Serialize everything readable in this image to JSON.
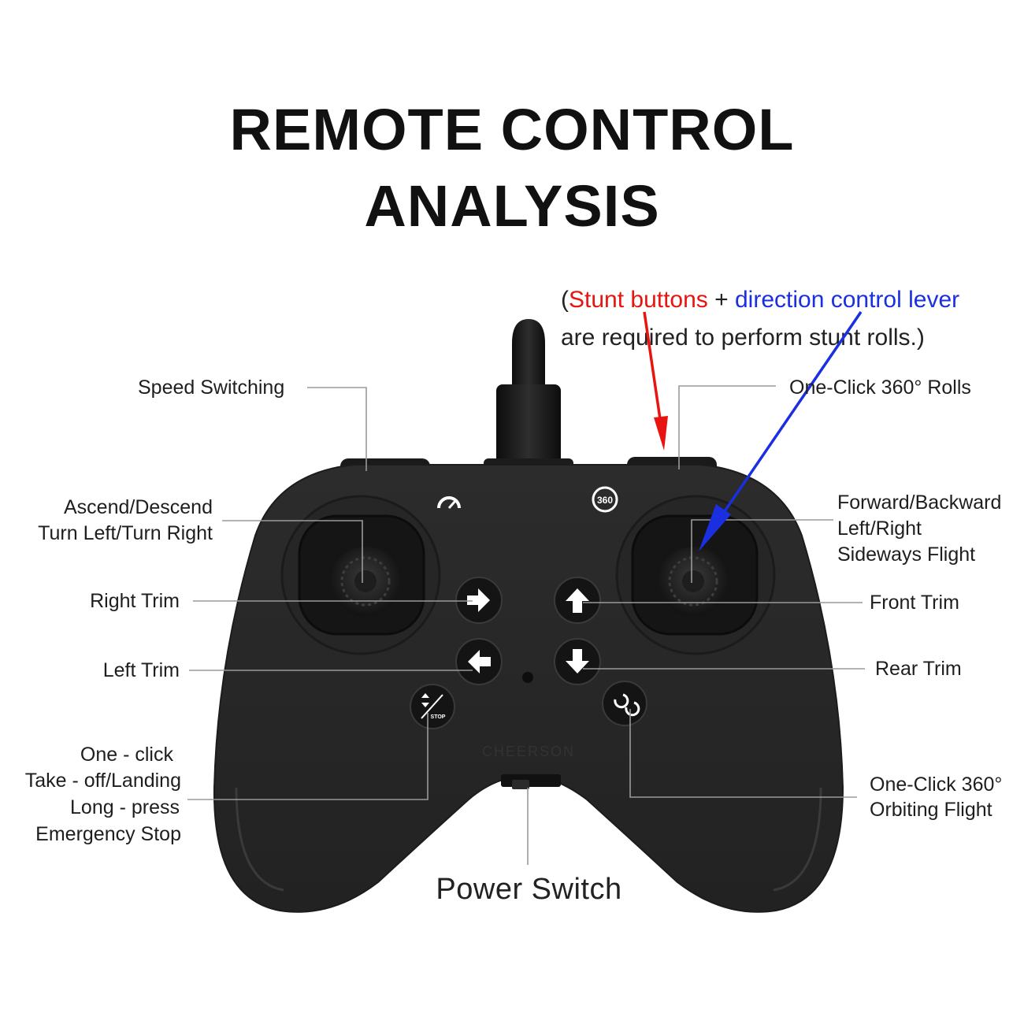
{
  "title": {
    "line1": "REMOTE CONTROL",
    "line2": "ANALYSIS"
  },
  "note": {
    "open": "(",
    "stunt": "Stunt buttons",
    "plus": " + ",
    "direction": "direction control lever",
    "line2": "are required to perform stunt rolls.)"
  },
  "labels": {
    "speed_switching": "Speed Switching",
    "one_click_rolls": "One-Click 360° Rolls",
    "ascend_descend": "Ascend/Descend",
    "turn_left_right": "Turn Left/Turn Right",
    "forward_backward": "Forward/Backward",
    "left_right": "Left/Right",
    "sideways_flight": "Sideways Flight",
    "right_trim": "Right Trim",
    "front_trim": "Front Trim",
    "left_trim": "Left Trim",
    "rear_trim": "Rear Trim",
    "takeoff_line1": "One - click",
    "takeoff_line2": "Take - off/Landing",
    "takeoff_line3": "Long - press",
    "takeoff_line4": "Emergency Stop",
    "orbit_line1": "One-Click 360°",
    "orbit_line2": "Orbiting Flight",
    "power_switch": "Power Switch"
  },
  "controller": {
    "brand_text": "CHEERSON",
    "icon_360": "360",
    "icon_stop": "STOP"
  },
  "colors": {
    "stunt": "#e8140f",
    "direction": "#1a2fe0",
    "body": "#2b2b2b",
    "leader_line": "#9a9a9a"
  }
}
